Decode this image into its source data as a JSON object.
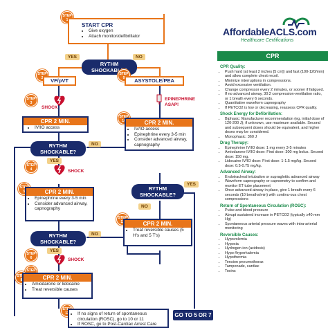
{
  "brand": {
    "name": "AffordableACLS.com",
    "tagline": "Healthcare Certifications"
  },
  "flow": {
    "step1": {
      "step": "STEP\n1",
      "title": "START CPR",
      "items": [
        "Give oxygen",
        "Attach monitor/defibrillator"
      ]
    },
    "yes_label": "YES",
    "no_label": "NO",
    "q_top": "RYTHM\nSHOCKABLE?",
    "step2": {
      "step": "STEP\n2",
      "label": "VF/pVT"
    },
    "step9": {
      "step": "STEP\n9",
      "label": "ASYSTOLE/PEA"
    },
    "step3": {
      "step": "STEP\n3",
      "shock": "SHOCK"
    },
    "epi_asap": "EPINEPHRINE\nASAP!",
    "step10": {
      "step": "STEP\n10",
      "title": "CPR 2 MIN.",
      "items": [
        "IV/IO access",
        "Epinephrine every 3-5 min",
        "Consider advanced airway, capnography"
      ]
    },
    "step3box": {
      "title": "CPR 2 MIN.",
      "items": [
        "IV/IO access"
      ]
    },
    "q_mid": "RYTHM\nSHOCKABLE?",
    "q_right": "RYTHM\nSHOCKABLE?",
    "step4": {
      "step": "STEP\n4",
      "shock": "SHOCK"
    },
    "step5": {
      "step": "STEP\n5",
      "title": "CPR 2 MIN.",
      "items": [
        "Epinephrine every 3-5 min",
        "Consider advanced airway, capnography"
      ]
    },
    "q_low": "RYTHM\nSHOCKABLE?",
    "step6": {
      "step": "STEP\n6",
      "shock": "SHOCK"
    },
    "step7": {
      "step": "STEP\n7"
    },
    "step8": {
      "step": "STEP\n8",
      "title": "CPR 2 MIN.",
      "items": [
        "Amiodarone or lidocaine",
        "Treat reversible causes"
      ]
    },
    "step11": {
      "step": "STEP\n11",
      "title": "CPR 2 MIN.",
      "items": [
        "Treat reversible causes (5 H's and 5 T's)"
      ]
    },
    "step12": {
      "step": "STEP\n12",
      "items": [
        "If no signs of return of spontaneous circulation (ROSC), go to 10 or 11",
        "If ROSC, go to Post-Cardiac Arrest Care"
      ]
    },
    "goto_5_7": "GO TO 5 OR 7"
  },
  "panel": {
    "title": "CPR",
    "sections": [
      {
        "heading": "CPR Quality:",
        "items": [
          "Push hard (at least 2 inches [5 cm]) and fast (100-120/min) and allow complete chest recoil.",
          "Minimize interruptions in compressions.",
          "Avoid excessive ventilation.",
          "Change compressor every 2 minutes, or sooner if fatigued.",
          "If no advanced airway, 30:2 compression-ventilation ratio, or 1 breath every 6 seconds.",
          "Quantitative waveform capnography",
          "If PETCO2 is low or decreasing, reassess CPR quality."
        ]
      },
      {
        "heading": "Shock Energy for Defibrillation:",
        "items": [
          "Biphasic: Manufacturer recommendation (eg, initial dose of 120-200 J); if unknown, use maximum available. Second and subsequent doses should be equivalent, and higher doses may be considered.",
          "Monophasic: 360 J"
        ]
      },
      {
        "heading": "Drug Therapy:",
        "items": [
          "Epinephrine IV/IO dose: 1 mg every 3-5 minutes",
          "Amiodarone IV/IO dose: First dose: 300 mg bolus. Second dose: 150 mg.",
          "Lidocaine IV/IO dose: First dose: 1-1.5 mg/kg. Second dose: 0.5-0.75 mg/kg."
        ]
      },
      {
        "heading": "Advanced Airway:",
        "items": [
          "Endotracheal intubation or supraglottic advanced airway",
          "Waveform capnography or capnometry to confirm and monitor ET tube placement",
          "Once advanced airway in place, give 1 breath every 6 seconds (10 breaths/min) with continu-ous chest compressions"
        ]
      },
      {
        "heading": "Return of Spontaneous Circulation (ROSC):",
        "items": [
          "Pulse and blood pressure",
          "Abrupt sustained increase in PETCO2 (typically ≥40 mm Hg)",
          "Spontaneous arterial pressure waves with intra-arterial monitoring"
        ]
      },
      {
        "heading": "Reversible Causes:",
        "items": [
          "Hypovolemia",
          "Hypoxia",
          "Hydrogen ion (acidosis)",
          "Hypo-/hyperkalemia",
          "Hypothermia",
          "Tension pneumothorax",
          "Tamponade, cardiac",
          "Toxins"
        ]
      }
    ]
  }
}
